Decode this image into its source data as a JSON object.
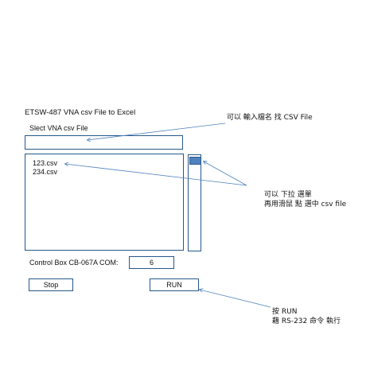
{
  "form": {
    "title": "ETSW-487  VNA csv File  to Excel",
    "subtitle": "Slect VNA csv File",
    "file_input_value": "",
    "files": [
      "123.csv",
      "234.csv"
    ],
    "com_label": "Control Box CB-067A COM:",
    "com_value": "6",
    "stop_label": "Stop",
    "run_label": "RUN"
  },
  "annotations": {
    "note1": "可以 輸入檔名 找 CSV File",
    "note2_line1": "可以 下拉 選單",
    "note2_line2": "再用滑鼠 點 選中 csv file",
    "note3_line1": "按 RUN",
    "note3_line2": "藉 RS-232  命令 執行"
  },
  "colors": {
    "border": "#26588c",
    "arrow": "#4f81bd",
    "thumb": "#4f81bd"
  }
}
